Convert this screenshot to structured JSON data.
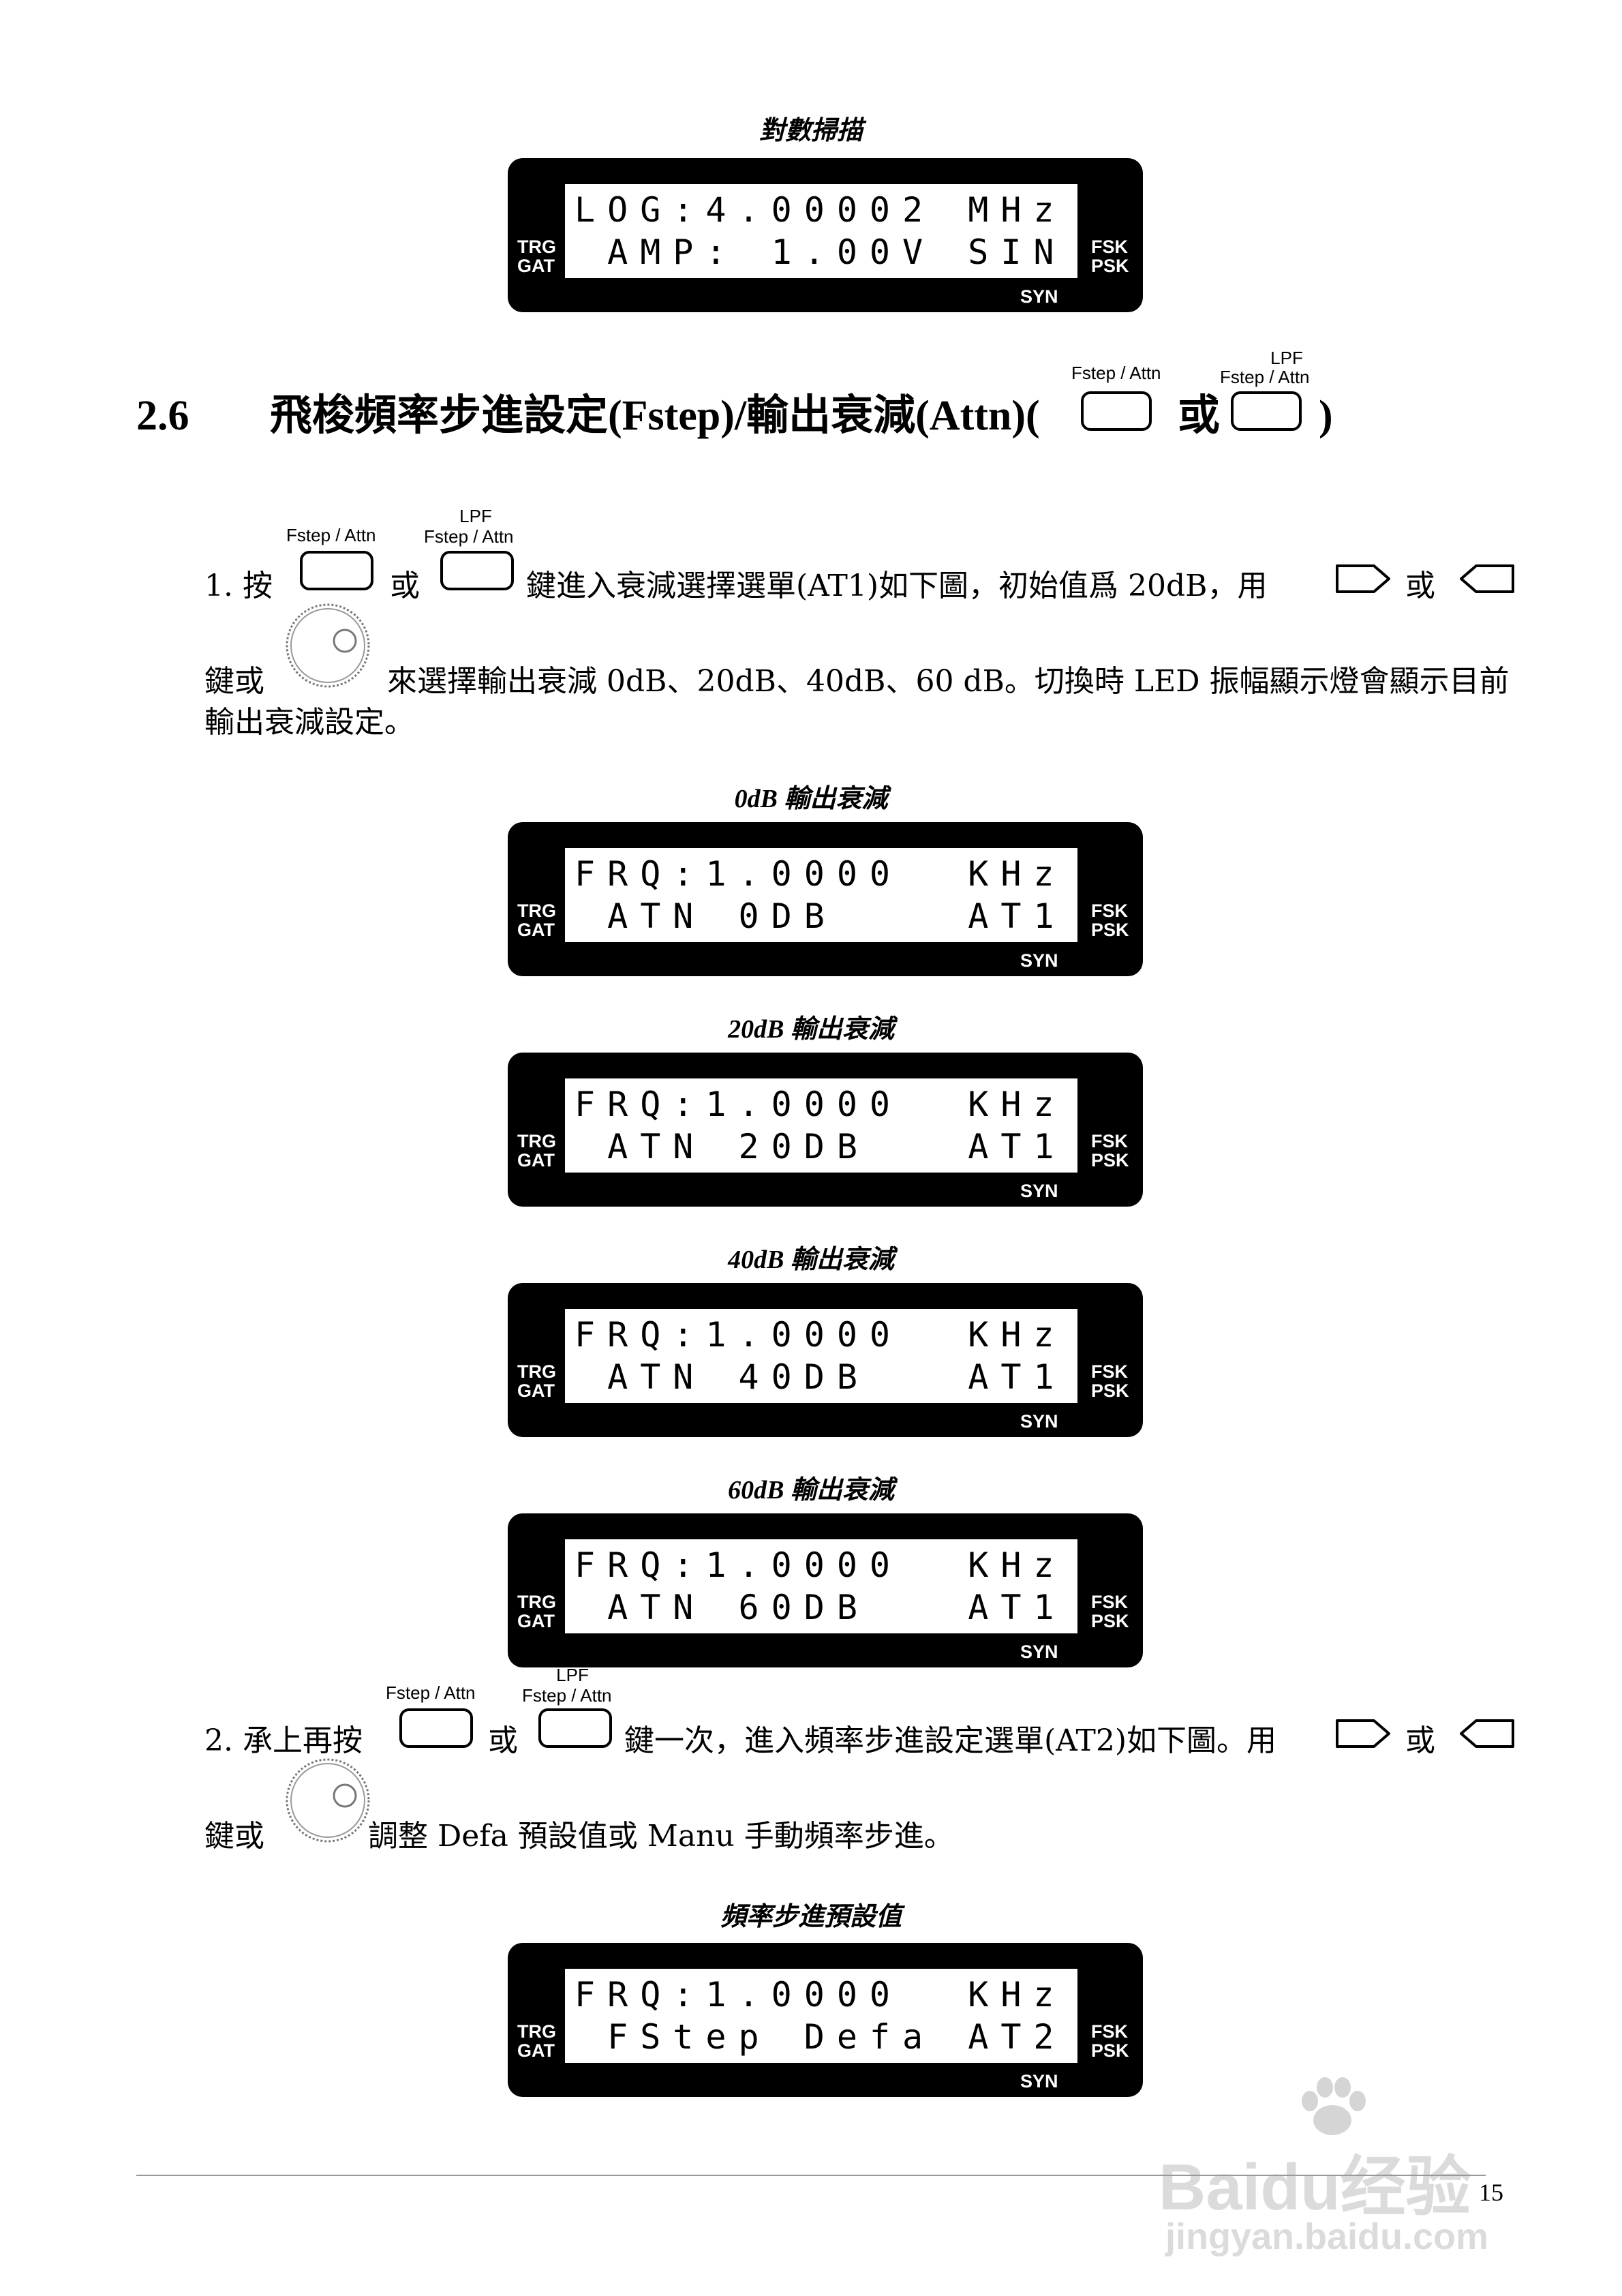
{
  "captions": {
    "log_sweep": "對數掃描",
    "db0": "0dB 輸出衰減",
    "db20": "20dB 輸出衰減",
    "db40": "40dB 輸出衰減",
    "db60": "60dB 輸出衰減",
    "fstep_default": "頻率步進預設值"
  },
  "lcd_labels": {
    "left": "TRG\nGAT",
    "right": "FSK\nPSK",
    "bottom": "SYN"
  },
  "displays": {
    "log": {
      "row1": "LOG:4.00002 MHz",
      "row2": " AMP: 1.00V SIN"
    },
    "db0": {
      "row1": "FRQ:1.0000  KHz",
      "row2": " ATN 0DB    AT1"
    },
    "db20": {
      "row1": "FRQ:1.0000  KHz",
      "row2": " ATN 20DB   AT1"
    },
    "db40": {
      "row1": "FRQ:1.0000  KHz",
      "row2": " ATN 40DB   AT1"
    },
    "db60": {
      "row1": "FRQ:1.0000  KHz",
      "row2": " ATN 60DB   AT1"
    },
    "fstep": {
      "row1": "FRQ:1.0000  KHz",
      "row2": " FStep Defa AT2"
    }
  },
  "section": {
    "number": "2.6",
    "title_prefix": "飛梭頻率步進設定(Fstep)/輸出衰減(Attn)(",
    "or": "或",
    "title_suffix": ")"
  },
  "key_labels": {
    "fstep_attn": "Fstep / Attn",
    "lpf": "LPF",
    "lpf_fstep_attn": "Fstep / Attn"
  },
  "step1": {
    "num": "1. 按",
    "or1": "或",
    "text1": "鍵進入衰減選擇選單(AT1)如下圖，初始值爲 20dB，用",
    "or2": "或",
    "line2a": "鍵或",
    "line2b": "來選擇輸出衰減 0dB、20dB、40dB、60 dB。切換時 LED 振幅顯示燈會顯示目前",
    "line3": "輸出衰減設定。"
  },
  "step2": {
    "num": "2. 承上再按",
    "or1": "或",
    "text1": "鍵一次，進入頻率步進設定選單(AT2)如下圖。用",
    "or2": "或",
    "line2a": "鍵或",
    "line2b": "調整 Defa 預設值或 Manu 手動頻率步進。"
  },
  "page_number": "15",
  "watermark": {
    "brand": "Baidu经验",
    "url": "jingyan.baidu.com"
  }
}
